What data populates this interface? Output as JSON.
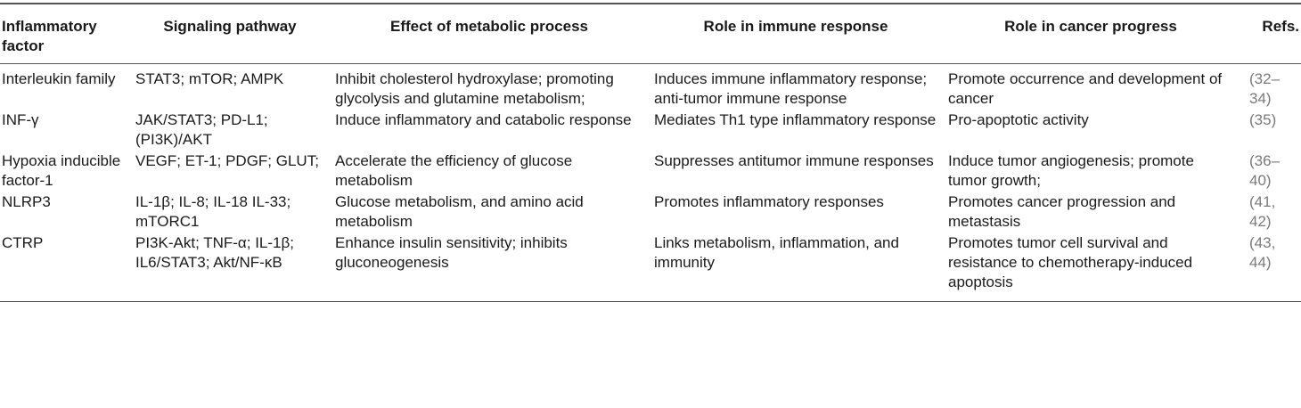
{
  "table": {
    "headers": [
      "Inflammatory factor",
      "Signaling pathway",
      "Effect of metabolic process",
      "Role in immune response",
      "Role in cancer progress",
      "Refs."
    ],
    "rows": [
      {
        "factor": "Interleukin family",
        "pathway": "STAT3; mTOR; AMPK",
        "metabolic": "Inhibit cholesterol hydroxylase; promoting glycolysis and glutamine metabolism;",
        "immune": "Induces immune inflammatory response; anti-tumor immune response",
        "cancer": "Promote occurrence and development of cancer",
        "refs": "(32–34)"
      },
      {
        "factor": "INF-γ",
        "pathway": "JAK/STAT3; PD-L1; (PI3K)/AKT",
        "metabolic": "Induce inflammatory and catabolic response",
        "immune": "Mediates Th1 type inflammatory response",
        "cancer": "Pro-apoptotic activity",
        "refs": "(35)"
      },
      {
        "factor": "Hypoxia inducible factor-1",
        "pathway": "VEGF; ET-1; PDGF; GLUT;",
        "metabolic": "Accelerate the efficiency of glucose metabolism",
        "immune": "Suppresses antitumor immune responses",
        "cancer": "Induce tumor angiogenesis; promote tumor growth;",
        "refs": "(36–40)"
      },
      {
        "factor": "NLRP3",
        "pathway": "IL-1β; IL-8; IL-18 IL-33; mTORC1",
        "metabolic": "Glucose metabolism, and amino acid metabolism",
        "immune": "Promotes inflammatory responses",
        "cancer": "Promotes cancer progression and metastasis",
        "refs": "(41, 42)"
      },
      {
        "factor": "CTRP",
        "pathway": "PI3K-Akt; TNF-α; IL-1β; IL6/STAT3; Akt/NF-κB",
        "metabolic": "Enhance insulin sensitivity; inhibits gluconeogenesis",
        "immune": "Links metabolism, inflammation, and immunity",
        "cancer": "Promotes tumor cell survival and resistance to chemotherapy-induced apoptosis",
        "refs": "(43, 44)"
      }
    ]
  }
}
